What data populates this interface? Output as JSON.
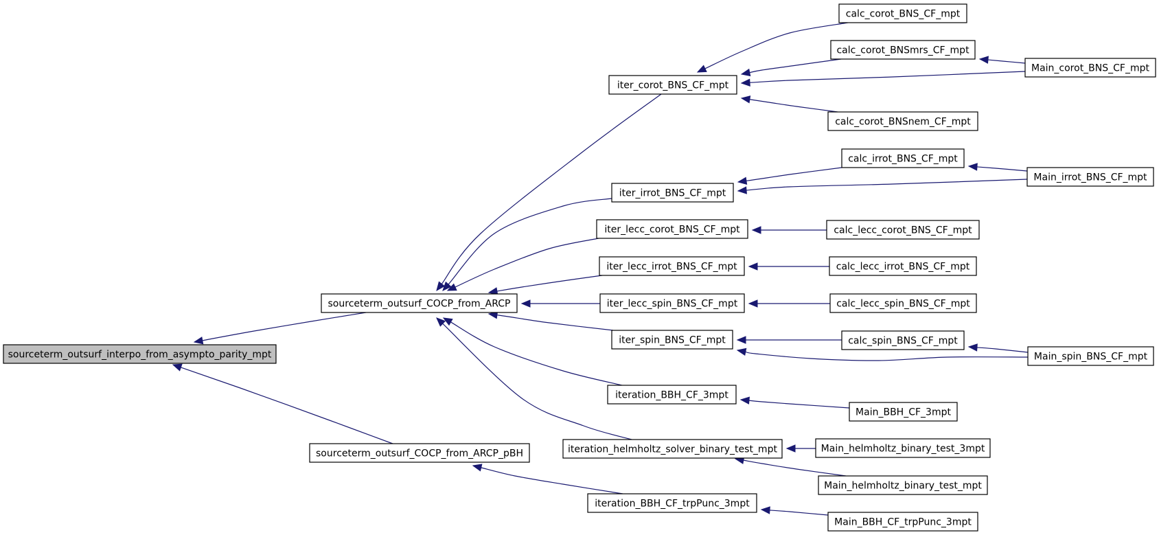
{
  "diagram": {
    "nodes": [
      {
        "id": "n0",
        "label": "sourceterm_outsurf_interpo_from_asympto_parity_mpt",
        "highlight": true
      },
      {
        "id": "n1",
        "label": "sourceterm_outsurf_COCP_from_ARCP"
      },
      {
        "id": "n2",
        "label": "sourceterm_outsurf_COCP_from_ARCP_pBH"
      },
      {
        "id": "n3",
        "label": "iter_corot_BNS_CF_mpt"
      },
      {
        "id": "n4",
        "label": "iter_irrot_BNS_CF_mpt"
      },
      {
        "id": "n5",
        "label": "iter_lecc_corot_BNS_CF_mpt"
      },
      {
        "id": "n6",
        "label": "iter_lecc_irrot_BNS_CF_mpt"
      },
      {
        "id": "n7",
        "label": "iter_lecc_spin_BNS_CF_mpt"
      },
      {
        "id": "n8",
        "label": "iter_spin_BNS_CF_mpt"
      },
      {
        "id": "n9",
        "label": "iteration_BBH_CF_3mpt"
      },
      {
        "id": "n10",
        "label": "iteration_helmholtz_solver_binary_test_mpt"
      },
      {
        "id": "n11",
        "label": "iteration_BBH_CF_trpPunc_3mpt"
      },
      {
        "id": "n12",
        "label": "calc_corot_BNS_CF_mpt"
      },
      {
        "id": "n13",
        "label": "calc_corot_BNSmrs_CF_mpt"
      },
      {
        "id": "n14",
        "label": "calc_corot_BNSnem_CF_mpt"
      },
      {
        "id": "n15",
        "label": "Main_corot_BNS_CF_mpt"
      },
      {
        "id": "n16",
        "label": "calc_irrot_BNS_CF_mpt"
      },
      {
        "id": "n17",
        "label": "Main_irrot_BNS_CF_mpt"
      },
      {
        "id": "n18",
        "label": "calc_lecc_corot_BNS_CF_mpt"
      },
      {
        "id": "n19",
        "label": "calc_lecc_irrot_BNS_CF_mpt"
      },
      {
        "id": "n20",
        "label": "calc_lecc_spin_BNS_CF_mpt"
      },
      {
        "id": "n21",
        "label": "calc_spin_BNS_CF_mpt"
      },
      {
        "id": "n22",
        "label": "Main_spin_BNS_CF_mpt"
      },
      {
        "id": "n23",
        "label": "Main_BBH_CF_3mpt"
      },
      {
        "id": "n24",
        "label": "Main_helmholtz_binary_test_3mpt"
      },
      {
        "id": "n25",
        "label": "Main_helmholtz_binary_test_mpt"
      },
      {
        "id": "n26",
        "label": "Main_BBH_CF_trpPunc_3mpt"
      }
    ],
    "edges": [
      {
        "from": "n1",
        "to": "n0"
      },
      {
        "from": "n2",
        "to": "n0"
      },
      {
        "from": "n3",
        "to": "n1"
      },
      {
        "from": "n4",
        "to": "n1"
      },
      {
        "from": "n5",
        "to": "n1"
      },
      {
        "from": "n6",
        "to": "n1"
      },
      {
        "from": "n7",
        "to": "n1"
      },
      {
        "from": "n8",
        "to": "n1"
      },
      {
        "from": "n9",
        "to": "n1"
      },
      {
        "from": "n10",
        "to": "n1"
      },
      {
        "from": "n11",
        "to": "n2"
      },
      {
        "from": "n12",
        "to": "n3"
      },
      {
        "from": "n13",
        "to": "n3"
      },
      {
        "from": "n15",
        "to": "n3"
      },
      {
        "from": "n14",
        "to": "n3"
      },
      {
        "from": "n15",
        "to": "n13"
      },
      {
        "from": "n16",
        "to": "n4"
      },
      {
        "from": "n17",
        "to": "n4"
      },
      {
        "from": "n17",
        "to": "n16"
      },
      {
        "from": "n18",
        "to": "n5"
      },
      {
        "from": "n19",
        "to": "n6"
      },
      {
        "from": "n20",
        "to": "n7"
      },
      {
        "from": "n21",
        "to": "n8"
      },
      {
        "from": "n22",
        "to": "n8"
      },
      {
        "from": "n22",
        "to": "n21"
      },
      {
        "from": "n23",
        "to": "n9"
      },
      {
        "from": "n24",
        "to": "n10"
      },
      {
        "from": "n25",
        "to": "n10"
      },
      {
        "from": "n26",
        "to": "n11"
      }
    ]
  }
}
